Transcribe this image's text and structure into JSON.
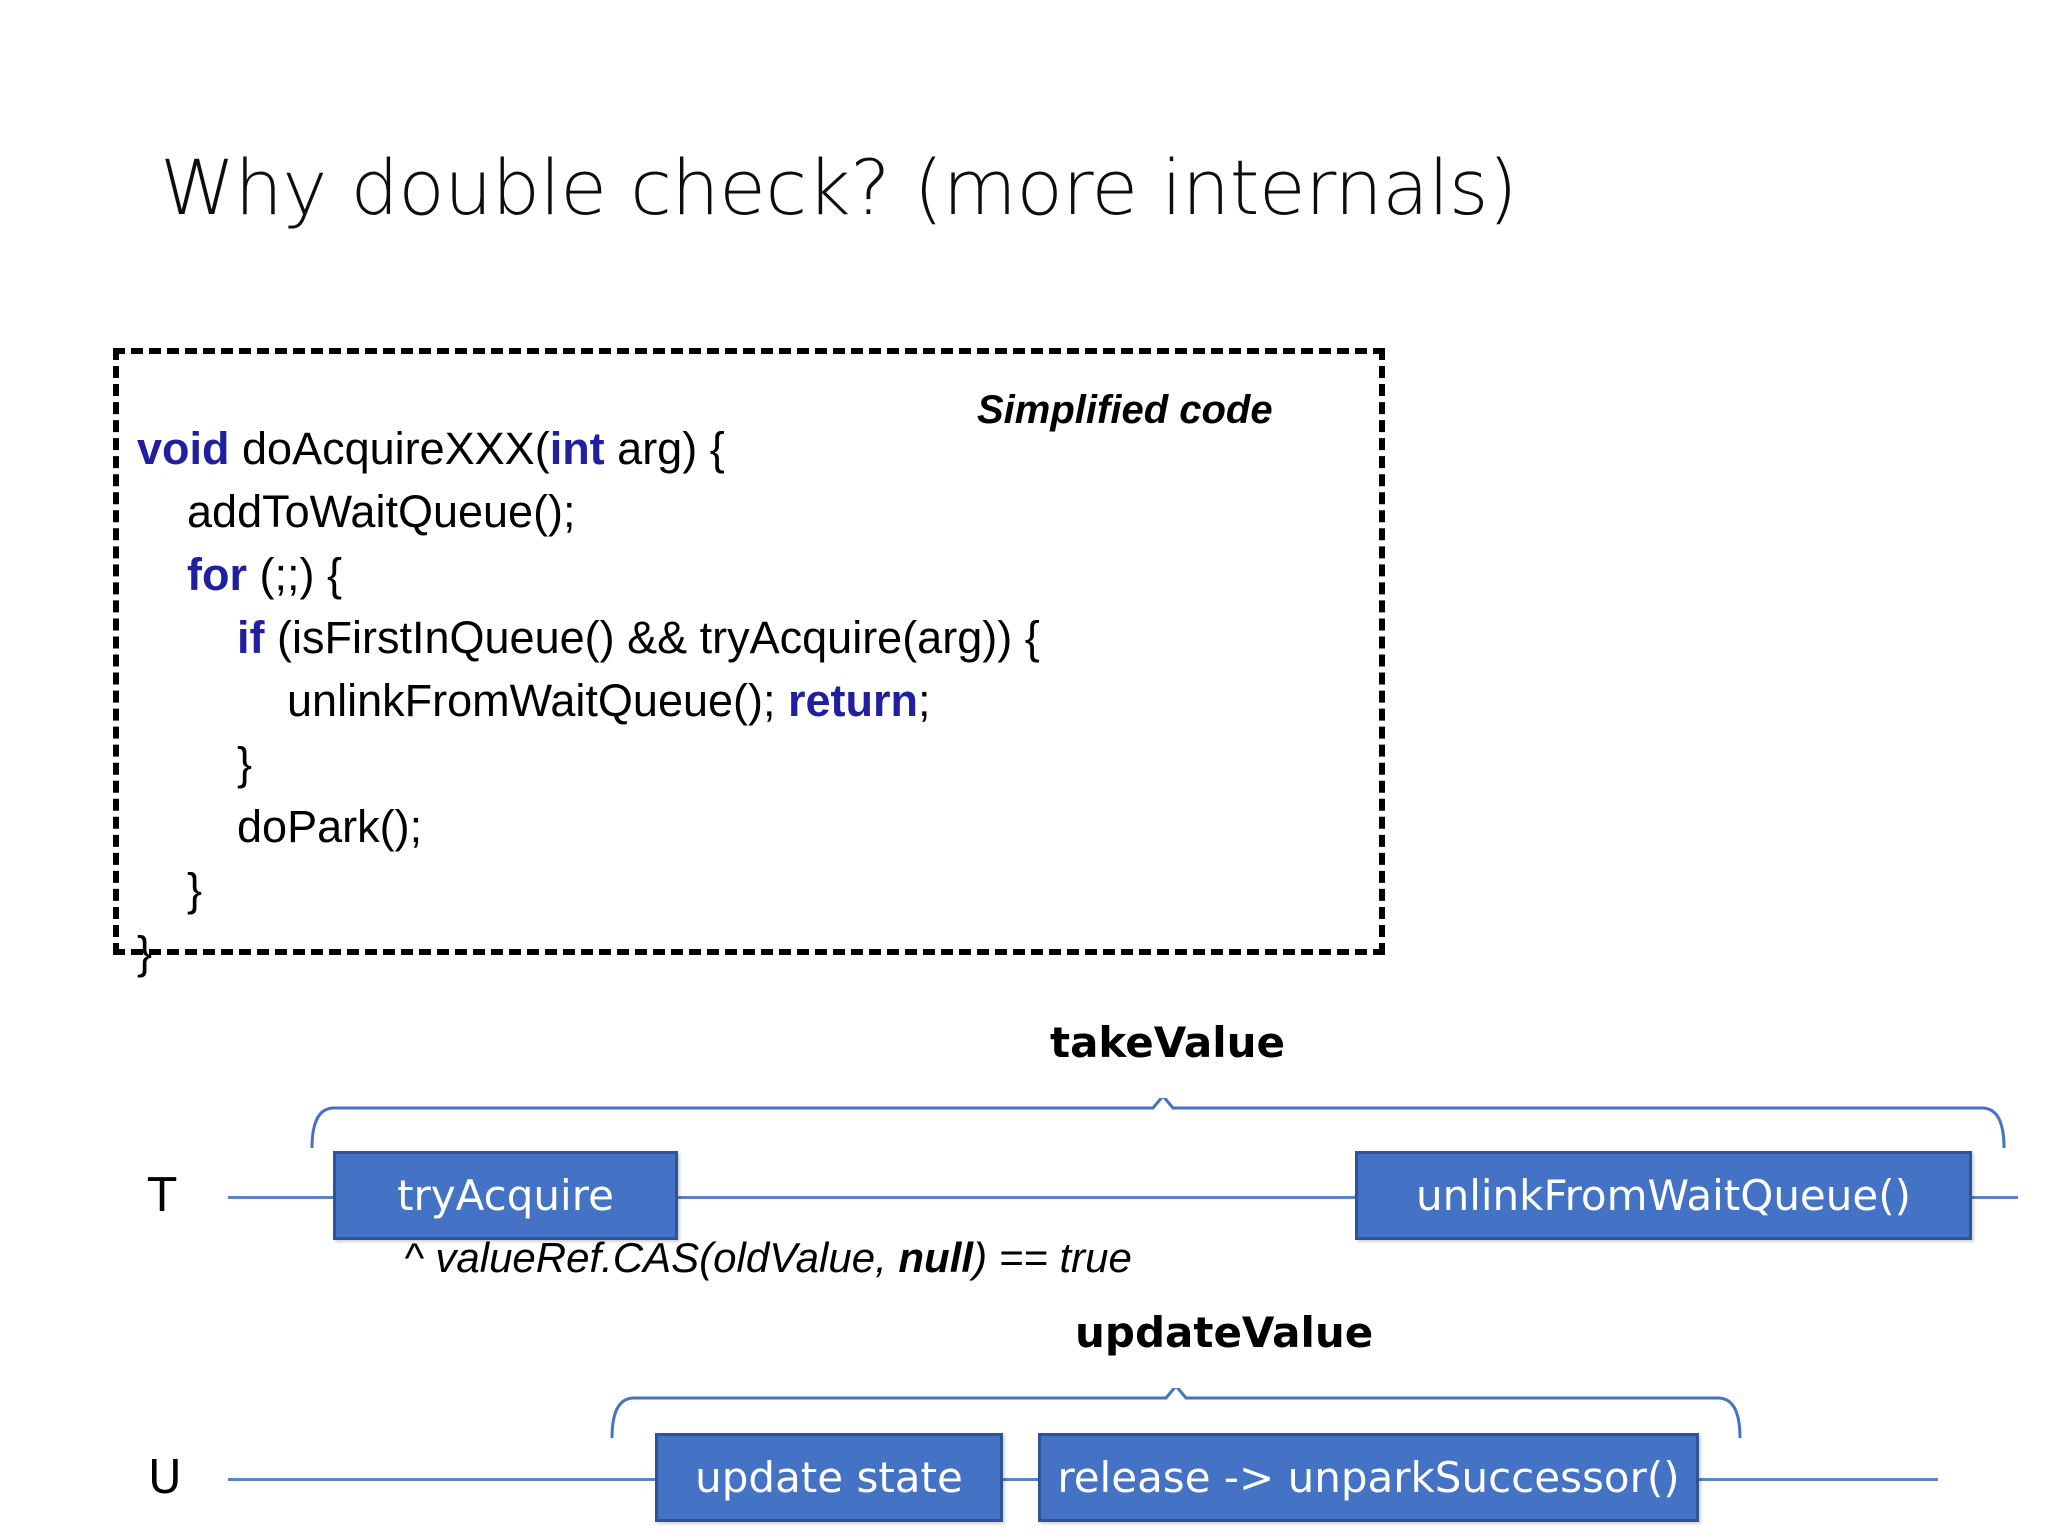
{
  "slide": {
    "title": "Why double check? (more internals)",
    "background": "#ffffff"
  },
  "code_block": {
    "annotation": "Simplified code",
    "border_style": "dashed",
    "keyword_color": "#1F1FA0",
    "text_color": "#000000",
    "lines": [
      {
        "indent": 0,
        "tokens": [
          {
            "t": "void",
            "kw": true
          },
          {
            "t": " doAcquireXXX(",
            "kw": false
          },
          {
            "t": "int",
            "kw": true
          },
          {
            "t": " arg) {",
            "kw": false
          }
        ]
      },
      {
        "indent": 1,
        "tokens": [
          {
            "t": "addToWaitQueue();",
            "kw": false
          }
        ]
      },
      {
        "indent": 1,
        "tokens": [
          {
            "t": "for",
            "kw": true
          },
          {
            "t": " (;;) {",
            "kw": false
          }
        ]
      },
      {
        "indent": 2,
        "tokens": [
          {
            "t": "if",
            "kw": true
          },
          {
            "t": " (isFirstInQueue() && tryAcquire(arg)) {",
            "kw": false
          }
        ]
      },
      {
        "indent": 3,
        "tokens": [
          {
            "t": "unlinkFromWaitQueue(); ",
            "kw": false
          },
          {
            "t": "return",
            "kw": true
          },
          {
            "t": ";",
            "kw": false
          }
        ]
      },
      {
        "indent": 2,
        "tokens": [
          {
            "t": "}",
            "kw": false
          }
        ]
      },
      {
        "indent": 2,
        "tokens": [
          {
            "t": "doPark();",
            "kw": false
          }
        ]
      },
      {
        "indent": 1,
        "tokens": [
          {
            "t": "}",
            "kw": false
          }
        ]
      },
      {
        "indent": 0,
        "tokens": [
          {
            "t": "}",
            "kw": false
          }
        ]
      }
    ]
  },
  "timeline": {
    "box_fill": "#4472C4",
    "box_border": "#2F5496",
    "line_color": "#5B84C4",
    "lanes": [
      {
        "name": "thread-t",
        "label": "T",
        "span_label": "takeValue",
        "boxes": [
          {
            "name": "tryAcquire",
            "label": "tryAcquire"
          },
          {
            "name": "unlinkFromWaitQueue",
            "label": "unlinkFromWaitQueue()"
          }
        ],
        "note": {
          "prefix": "^ valueRef.CAS(oldValue, ",
          "bold": "null",
          "suffix": ") == true"
        }
      },
      {
        "name": "thread-u",
        "label": "U",
        "span_label": "updateValue",
        "boxes": [
          {
            "name": "update-state",
            "label": "update state"
          },
          {
            "name": "release-unparkSuccessor",
            "label": "release -> unparkSuccessor()"
          }
        ]
      }
    ]
  }
}
